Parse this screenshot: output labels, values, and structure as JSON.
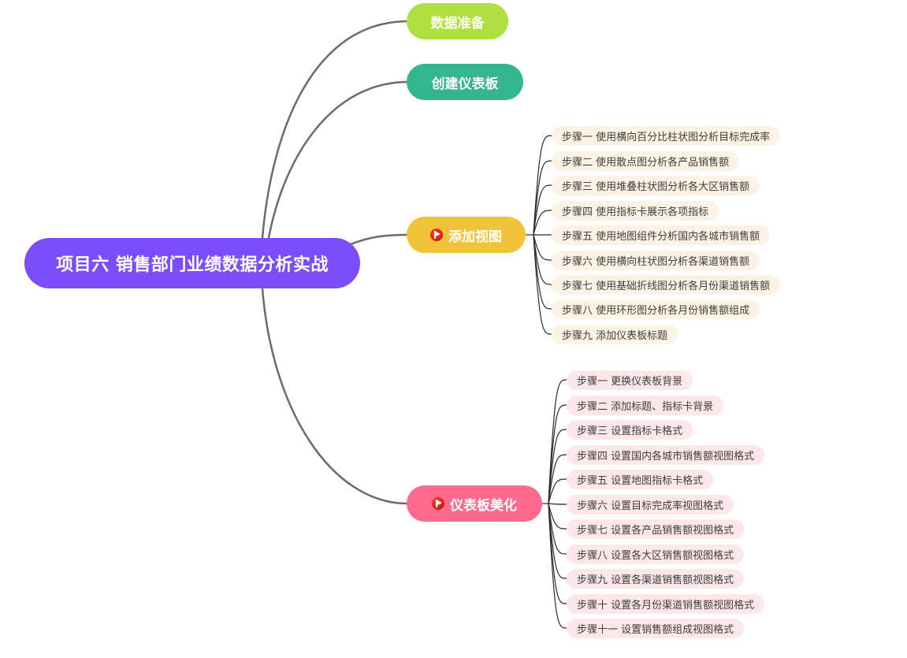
{
  "root": {
    "label": "项目六 销售部门业绩数据分析实战",
    "color": "#7c4dfa"
  },
  "branches": [
    {
      "id": "data-prep",
      "label": "数据准备",
      "color": "#aee03f",
      "flag": false,
      "children": []
    },
    {
      "id": "create-dashboard",
      "label": "创建仪表板",
      "color": "#35b58e",
      "flag": false,
      "children": []
    },
    {
      "id": "add-views",
      "label": "添加视图",
      "color": "#f0c338",
      "flag": true,
      "flag_icon": "red-flag-icon",
      "child_bg": "#fdf3e4",
      "children": [
        "步骤一 使用横向百分比柱状图分析目标完成率",
        "步骤二 使用散点图分析各产品销售额",
        "步骤三 使用堆叠柱状图分析各大区销售额",
        "步骤四 使用指标卡展示各项指标",
        "步骤五 使用地图组件分析国内各城市销售额",
        "步骤六 使用横向柱状图分析各渠道销售额",
        "步骤七 使用基础折线图分析各月份渠道销售额",
        "步骤八 使用环形图分析各月份销售额组成",
        "步骤九 添加仪表板标题"
      ]
    },
    {
      "id": "beautify-dashboard",
      "label": "仪表板美化",
      "color": "#fe6a8e",
      "flag": true,
      "flag_icon": "red-flag-icon",
      "child_bg": "#fde7ea",
      "children": [
        "步骤一 更换仪表板背景",
        "步骤二 添加标题、指标卡背景",
        "步骤三 设置指标卡格式",
        "步骤四 设置国内各城市销售额视图格式",
        "步骤五 设置地图指标卡格式",
        "步骤六 设置目标完成率视图格式",
        "步骤七 设置各产品销售额视图格式",
        "步骤八 设置各大区销售额视图格式",
        "步骤九 设置各渠道销售额视图格式",
        "步骤十 设置各月份渠道销售额视图格式",
        "步骤十一 设置销售额组成视图格式"
      ]
    }
  ],
  "line_colors": {
    "main": "#6b6b6b",
    "sub": "#2b2b2b"
  }
}
